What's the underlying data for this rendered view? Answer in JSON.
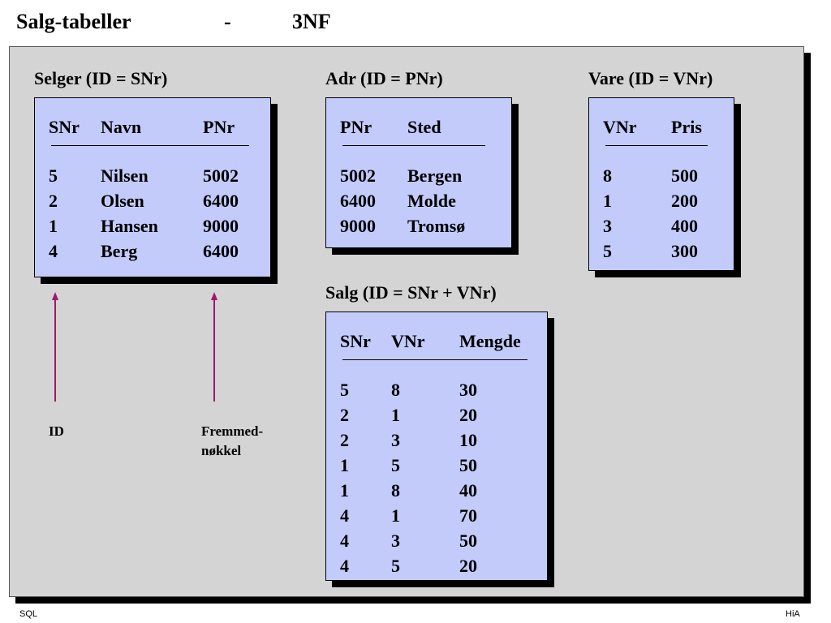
{
  "page": {
    "title": {
      "part1": "Salg-tabeller",
      "part2": "-",
      "part3": "3NF"
    },
    "footer": {
      "left": "SQL",
      "right": "HiA"
    }
  },
  "tables": {
    "selger": {
      "caption": "Selger (ID = SNr)",
      "headers": [
        "SNr",
        "Navn",
        "PNr"
      ],
      "rows": [
        [
          "5",
          "Nilsen",
          "5002"
        ],
        [
          "2",
          "Olsen",
          "6400"
        ],
        [
          "1",
          "Hansen",
          "9000"
        ],
        [
          "4",
          "Berg",
          "6400"
        ]
      ]
    },
    "adr": {
      "caption": "Adr (ID = PNr)",
      "headers": [
        "PNr",
        "Sted"
      ],
      "rows": [
        [
          "5002",
          "Bergen"
        ],
        [
          "6400",
          "Molde"
        ],
        [
          "9000",
          "Tromsø"
        ]
      ]
    },
    "vare": {
      "caption": "Vare (ID = VNr)",
      "headers": [
        "VNr",
        "Pris"
      ],
      "rows": [
        [
          "8",
          "500"
        ],
        [
          "1",
          "200"
        ],
        [
          "3",
          "400"
        ],
        [
          "5",
          "300"
        ]
      ]
    },
    "salg": {
      "caption": "Salg (ID = SNr + VNr)",
      "headers": [
        "SNr",
        "VNr",
        "Mengde"
      ],
      "rows": [
        [
          "5",
          "8",
          "30"
        ],
        [
          "2",
          "1",
          "20"
        ],
        [
          "2",
          "3",
          "10"
        ],
        [
          "1",
          "5",
          "50"
        ],
        [
          "1",
          "8",
          "40"
        ],
        [
          "4",
          "1",
          "70"
        ],
        [
          "4",
          "3",
          "50"
        ],
        [
          "4",
          "5",
          "20"
        ]
      ]
    }
  },
  "annotations": {
    "id_label": "ID",
    "fk_label_line1": "Fremmed-",
    "fk_label_line2": "nøkkel"
  },
  "colors": {
    "table_bg": "#c3cbfb",
    "panel_bg": "#d4d4d4",
    "arrow": "#a0186a"
  }
}
